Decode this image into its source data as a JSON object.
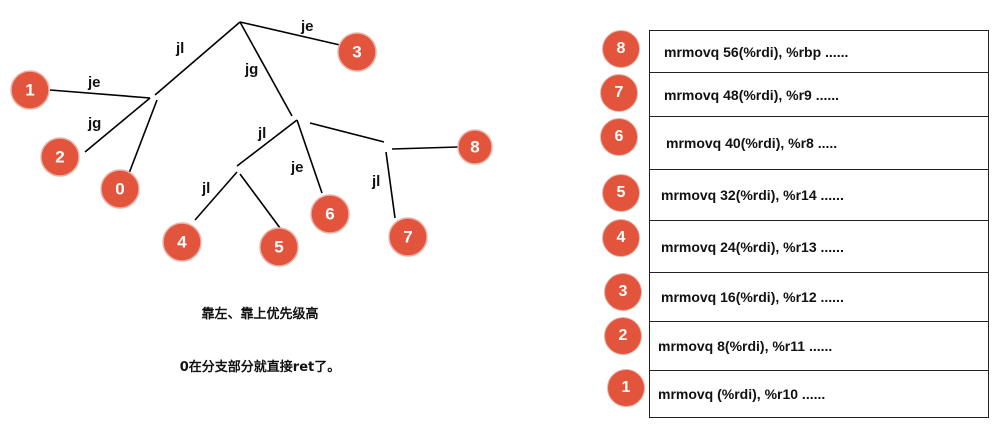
{
  "tree": {
    "edges": {
      "je": "je",
      "jl": "jl",
      "jg": "jg"
    },
    "nodes": {
      "n0": "0",
      "n1": "1",
      "n2": "2",
      "n3": "3",
      "n4": "4",
      "n5": "5",
      "n6": "6",
      "n7": "7",
      "n8": "8"
    }
  },
  "captions": {
    "priority": "靠左、靠上优先级高",
    "zero_case": "0在分支部分就直接ret了。"
  },
  "stack": {
    "rows": [
      {
        "badge": "8",
        "text": "mrmovq 56(%rdi), %rbp ......"
      },
      {
        "badge": "7",
        "text": "mrmovq 48(%rdi), %r9 ......"
      },
      {
        "badge": "6",
        "text": "mrmovq 40(%rdi), %r8 ....."
      },
      {
        "badge": "5",
        "text": "mrmovq 32(%rdi), %r14 ......"
      },
      {
        "badge": "4",
        "text": "mrmovq 24(%rdi), %r13 ......"
      },
      {
        "badge": "3",
        "text": "mrmovq 16(%rdi), %r12 ......"
      },
      {
        "badge": "2",
        "text": "mrmovq 8(%rdi), %r11 ......"
      },
      {
        "badge": "1",
        "text": "mrmovq (%rdi), %r10 ......"
      }
    ]
  }
}
